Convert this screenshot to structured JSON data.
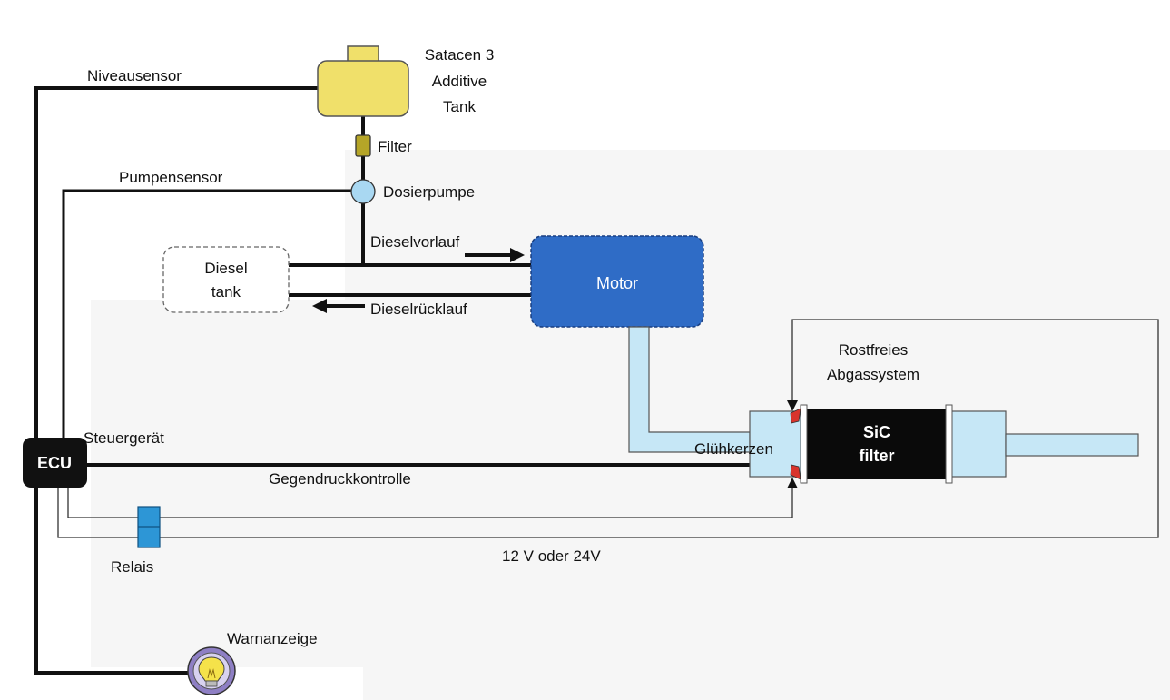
{
  "tank_additive": {
    "line1": "Satacen 3",
    "line2": "Additive",
    "line3": "Tank"
  },
  "filter_label": "Filter",
  "pump_label": "Dosierpumpe",
  "level_sensor_label": "Niveausensor",
  "pump_sensor_label": "Pumpensensor",
  "diesel_supply_label": "Dieselvorlauf",
  "diesel_return_label": "Dieselrücklauf",
  "diesel_tank": {
    "line1": "Diesel",
    "line2": "tank"
  },
  "motor_label": "Motor",
  "exhaust": {
    "line1": "Rostfreies",
    "line2": "Abgassystem"
  },
  "glow_plugs_label": "Glühkerzen",
  "sic_filter": {
    "line1": "SiC",
    "line2": "filter"
  },
  "ecu_label": "ECU",
  "control_unit_label": "Steuergerät",
  "back_pressure_label": "Gegendruckkontrolle",
  "relay_label": "Relais",
  "voltage_label": "12 V oder 24V",
  "warning_label": "Warnanzeige",
  "colors": {
    "additive_tank": "#f0e06a",
    "filter": "#b5a528",
    "pump": "#a9d8f2",
    "motor": "#2f6cc6",
    "exhaust_pipe": "#c6e7f6",
    "sic_filter": "#0a0a0a",
    "ecu": "#111111",
    "relay": "#2d96d6",
    "warning_lamp": "#8e7fc4",
    "bulb": "#f5e24a",
    "wire": "#111111",
    "glow_plug": "#d8342c",
    "background_panel": "#f5f5f5"
  },
  "icons": [
    "light-bulb-icon",
    "arrow-right-icon",
    "arrow-left-icon",
    "arrow-down-icon",
    "arrow-up-icon"
  ]
}
